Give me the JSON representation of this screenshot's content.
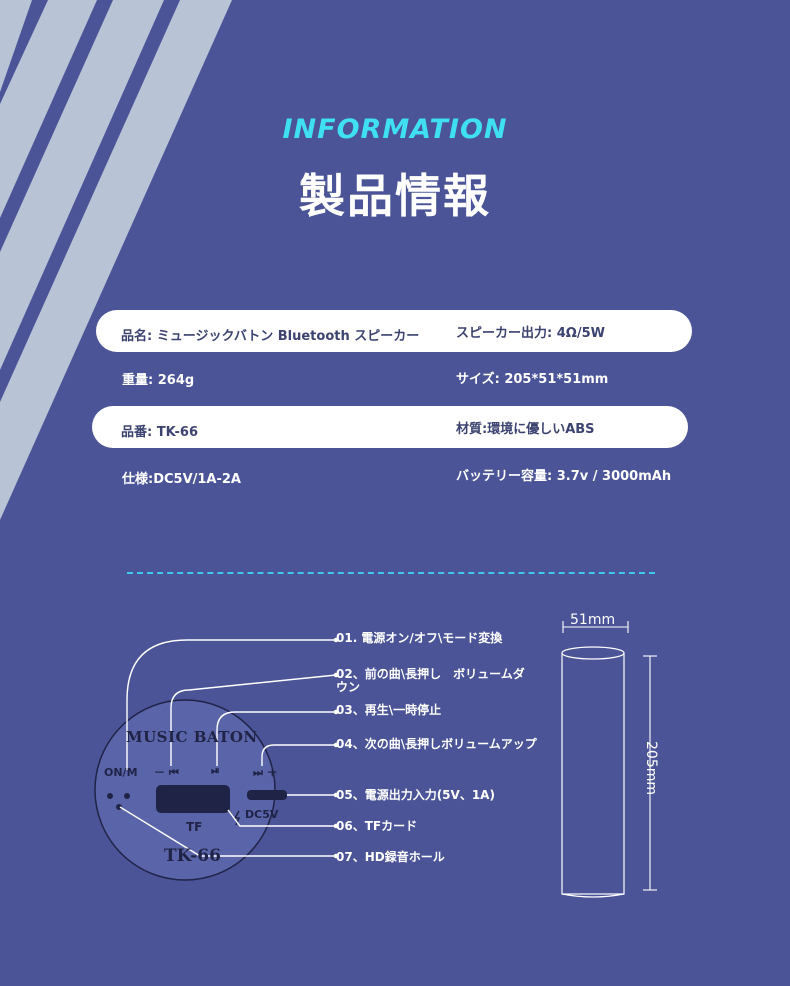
{
  "header": {
    "title_en": "INFORMATION",
    "title_jp": "製品情報"
  },
  "specs": {
    "name": "品名: ミュージックバトン Bluetooth スピーカー",
    "output": "スピーカー出力: 4Ω/5W",
    "weight": "重量: 264g",
    "size": "サイズ: 205*51*51mm",
    "model": "品番: TK-66",
    "material": "材質:環境に優しいABS",
    "spec": "仕様:DC5V/1A-2A",
    "battery": "バッテリー容量: 3.7v / 3000mAh"
  },
  "diagram": {
    "callouts": [
      "01. 電源オン/オフ\\モード変換",
      "02、前の曲\\長押し　ボリュームダウン",
      "03、再生\\一時停止",
      "04、次の曲\\長押しボリュームアップ",
      "05、電源出力入力(5V、1A)",
      "06、TFカード",
      "07、HD録音ホール"
    ],
    "disk": {
      "brand": "MUSIC BATON",
      "model": "TK-66",
      "on_m": "ON/M",
      "prev": "－ ⏮",
      "play": "⏯",
      "next": "⏭ ＋",
      "tf": "TF",
      "dc": "DC5V"
    },
    "dims": {
      "width": "51mm",
      "height": "205mm"
    }
  },
  "colors": {
    "background": "#4a5497",
    "accent": "#3fe0f2",
    "stripe": "#b9c3d6"
  }
}
